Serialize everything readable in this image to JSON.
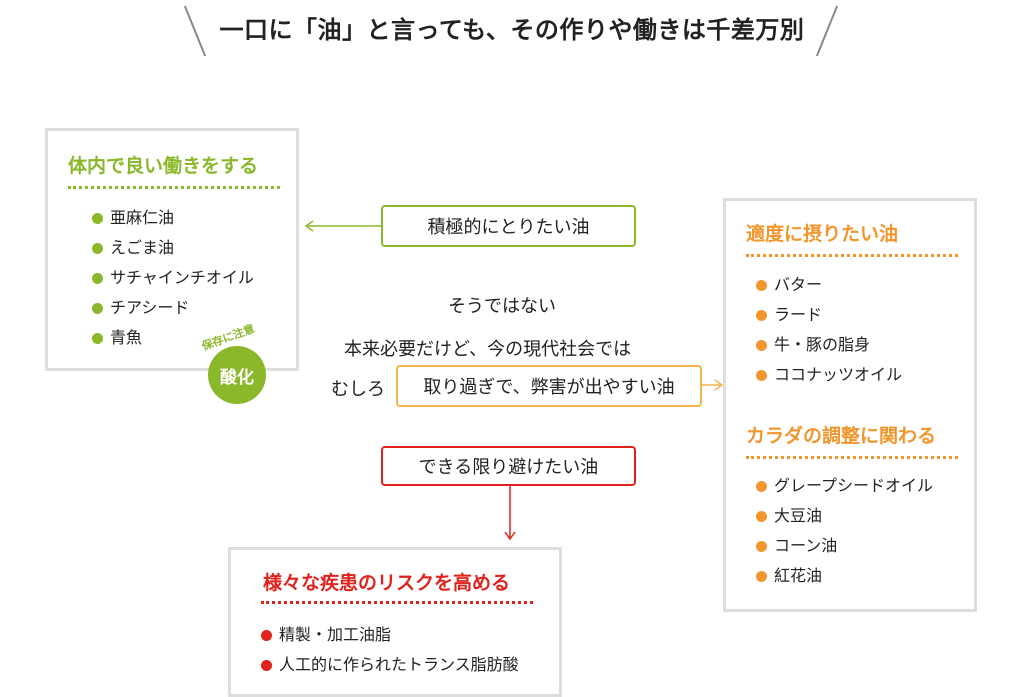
{
  "title": "一口に「油」と言っても、その作りや働きは千差万別",
  "colors": {
    "green": "#8ab82a",
    "orange": "#f0962d",
    "red": "#e0221c",
    "gold": "#f5b44a",
    "panel_border": "#dedede"
  },
  "good_panel": {
    "title": "体内で良い働きをする",
    "items": [
      "亜麻仁油",
      "えごま油",
      "サチャインチオイル",
      "チアシード",
      "青魚"
    ],
    "badge_label": "酸化",
    "badge_caption": "保存に注意"
  },
  "moderate_panel": {
    "title1": "適度に摂りたい油",
    "items1": [
      "バター",
      "ラード",
      "牛・豚の脂身",
      "ココナッツオイル"
    ],
    "title2": "カラダの調整に関わる",
    "items2": [
      "グレープシードオイル",
      "大豆油",
      "コーン油",
      "紅花油"
    ]
  },
  "risk_panel": {
    "title": "様々な疾患のリスクを高める",
    "items": [
      "精製・加工油脂",
      "人工的に作られたトランス脂肪酸"
    ]
  },
  "tags": {
    "good": "積極的にとりたい油",
    "excess": "取り過ぎで、弊害が出やすい油",
    "avoid": "できる限り避けたい油"
  },
  "middle": {
    "line1": "そうではない",
    "line2": "本来必要だけど、今の現代社会では",
    "line3": "むしろ"
  }
}
